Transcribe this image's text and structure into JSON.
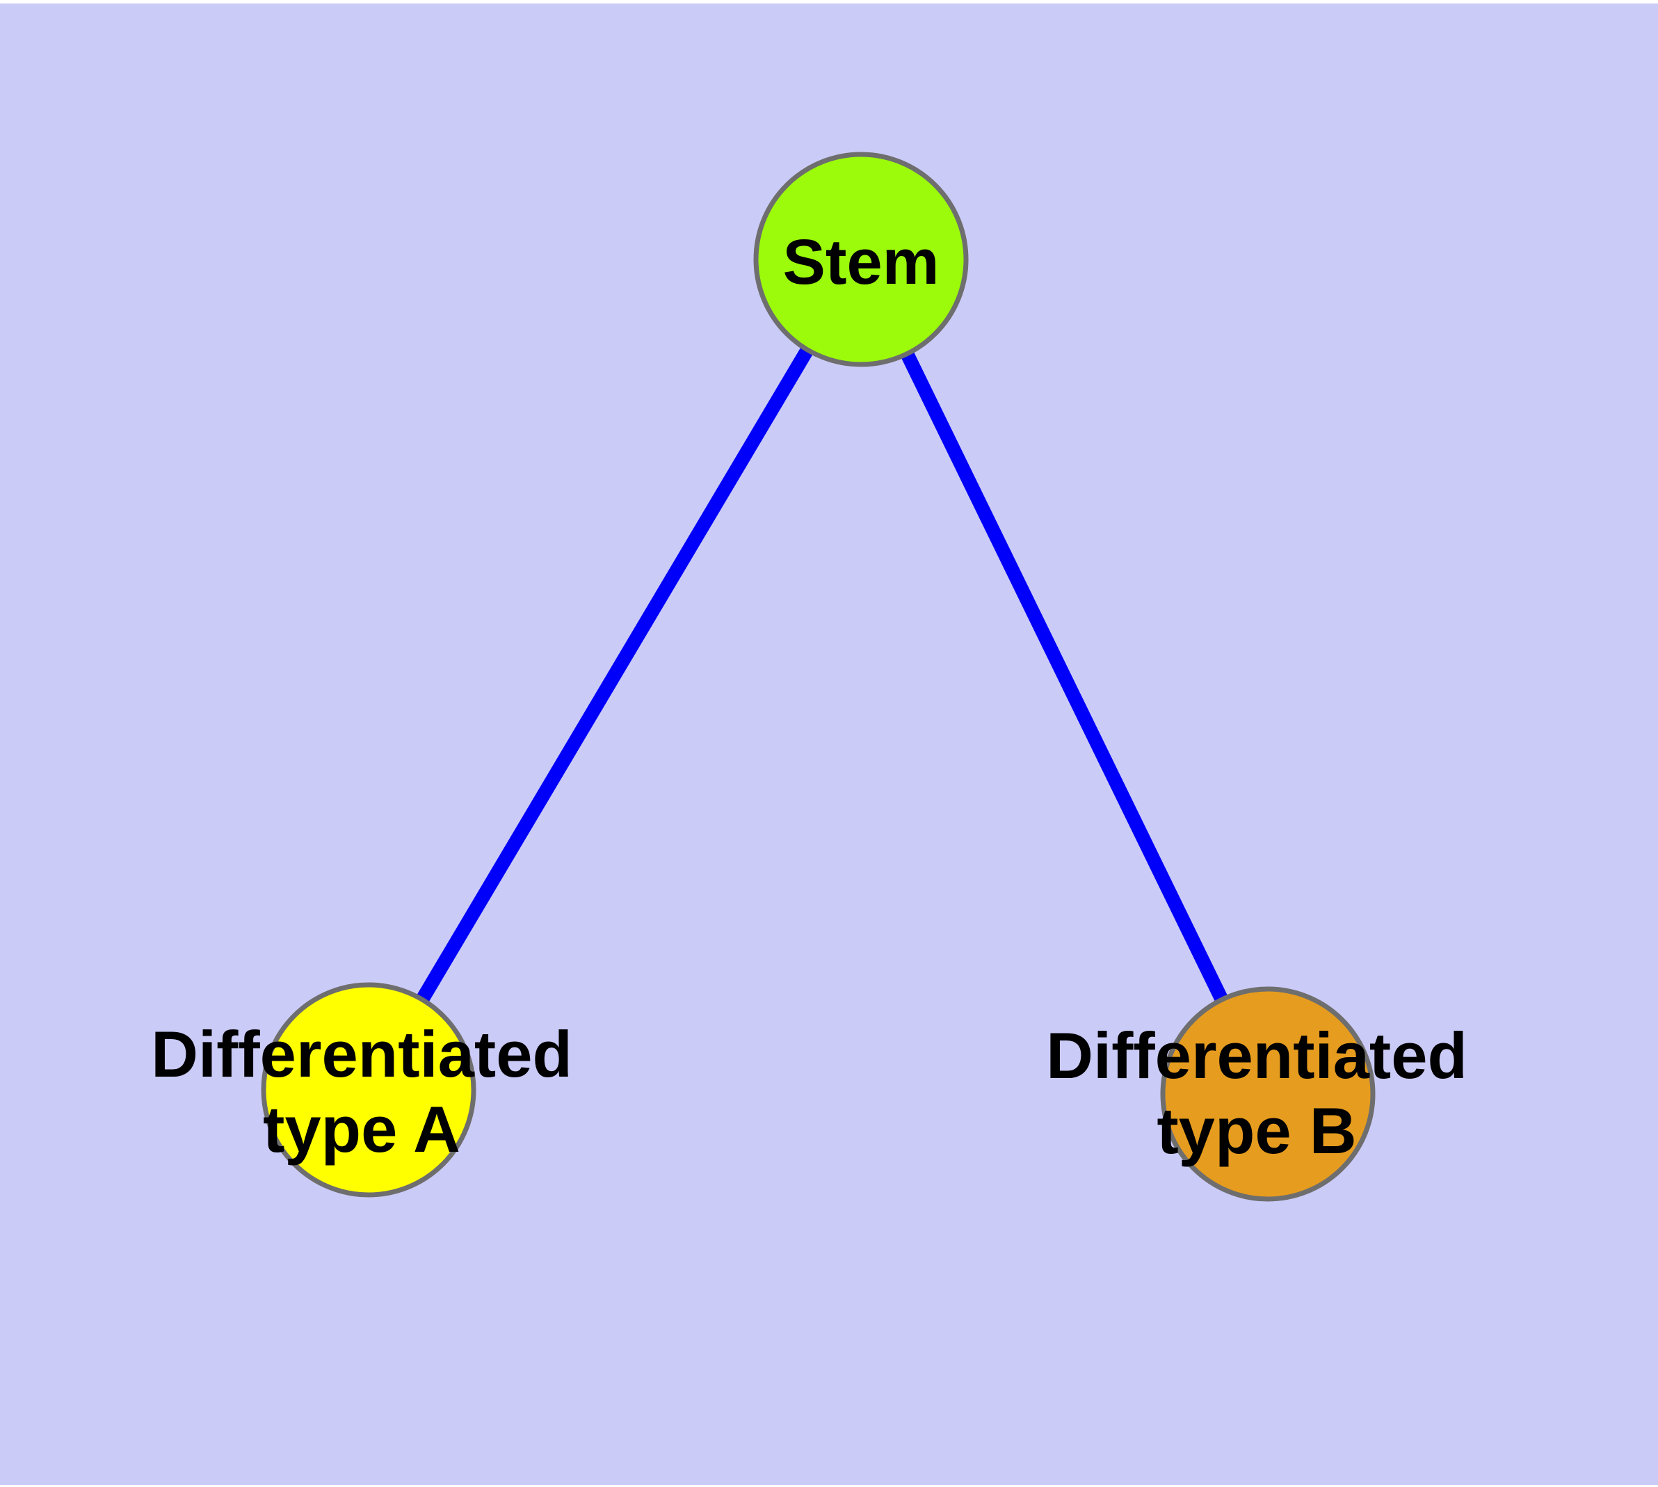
{
  "diagram": {
    "type": "graph",
    "description": "Stem cell differentiation tree: one stem node connected to two differentiated cell type nodes",
    "background_color": "#CBCBF8",
    "page_margin_color": "#FFFFFF",
    "edge_color": "#0000FA",
    "node_border_color": "#6E6E6E",
    "label_color": "#000000",
    "nodes": [
      {
        "id": "stem",
        "label": "Stem",
        "label_lines": [
          "Stem"
        ],
        "color": "#9BFB0B"
      },
      {
        "id": "type_a",
        "label": "Differentiated type A",
        "label_lines": [
          "Differentiated",
          "type A"
        ],
        "color": "#FFFF00"
      },
      {
        "id": "type_b",
        "label": "Differentiated type B",
        "label_lines": [
          "Differentiated",
          "type B"
        ],
        "color": "#E69C1E"
      }
    ],
    "edges": [
      {
        "from": "Stem",
        "to": "Differentiated type A"
      },
      {
        "from": "Stem",
        "to": "Differentiated type B"
      }
    ]
  }
}
